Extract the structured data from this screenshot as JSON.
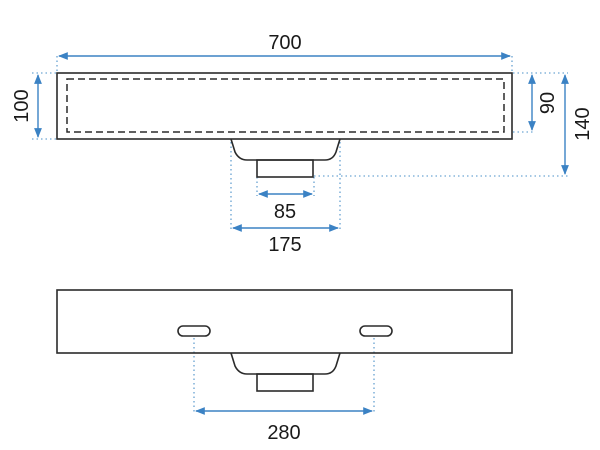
{
  "colors": {
    "outline": "#2b2b2b",
    "dimension": "#3b82c4",
    "extension": "#4a90c8",
    "text": "#1a1a1a"
  },
  "dimensions": {
    "overall_width": "700",
    "overall_height": "100",
    "inner_depth": "90",
    "total_height": "140",
    "drain_width": "85",
    "bowl_width": "175",
    "hole_spacing": "280"
  }
}
